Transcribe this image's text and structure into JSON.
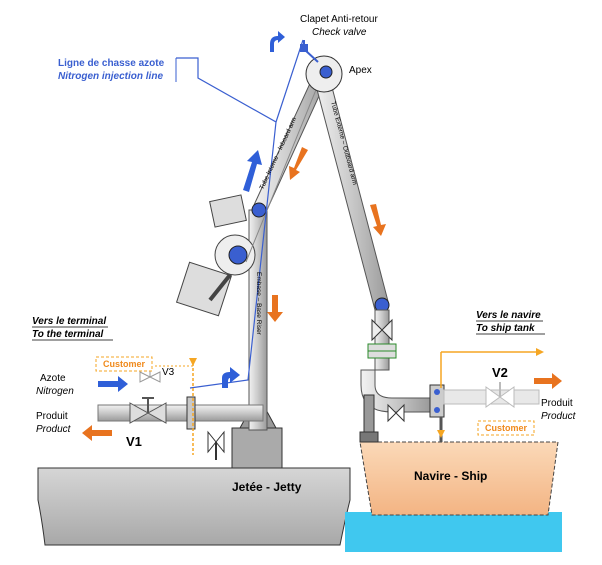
{
  "labels": {
    "check_valve_fr": "Clapet Anti-retour",
    "check_valve_en": "Check valve",
    "apex": "Apex",
    "nitrogen_line_fr": "Ligne de chasse azote",
    "nitrogen_line_en": "Nitrogen injection line",
    "inboard_arm": "Tube Interne – Inboard arm",
    "outboard_arm": "Tube Externe – Outboard arm",
    "riser": "Embase – Base Riser",
    "to_terminal_fr": "Vers le terminal",
    "to_terminal_en": "To the terminal",
    "customer_left": "Customer",
    "v3": "V3",
    "nitrogen_fr": "Azote",
    "nitrogen_en": "Nitrogen",
    "product_left_fr": "Produit",
    "product_left_en": "Product",
    "v1": "V1",
    "to_ship_fr": "Vers le navire",
    "to_ship_en": "To ship tank",
    "v2": "V2",
    "product_right_fr": "Produit",
    "product_right_en": "Product",
    "customer_right": "Customer",
    "jetty": "Jetée - Jetty",
    "ship": "Navire - Ship"
  },
  "colors": {
    "blue_flow": "#2f5fd8",
    "orange_flow": "#e8731f",
    "customer_orange": "#f5a623",
    "ship_hull": "#f8c9a0",
    "water": "#40c8ef",
    "jetty": "#c8c8c8"
  }
}
